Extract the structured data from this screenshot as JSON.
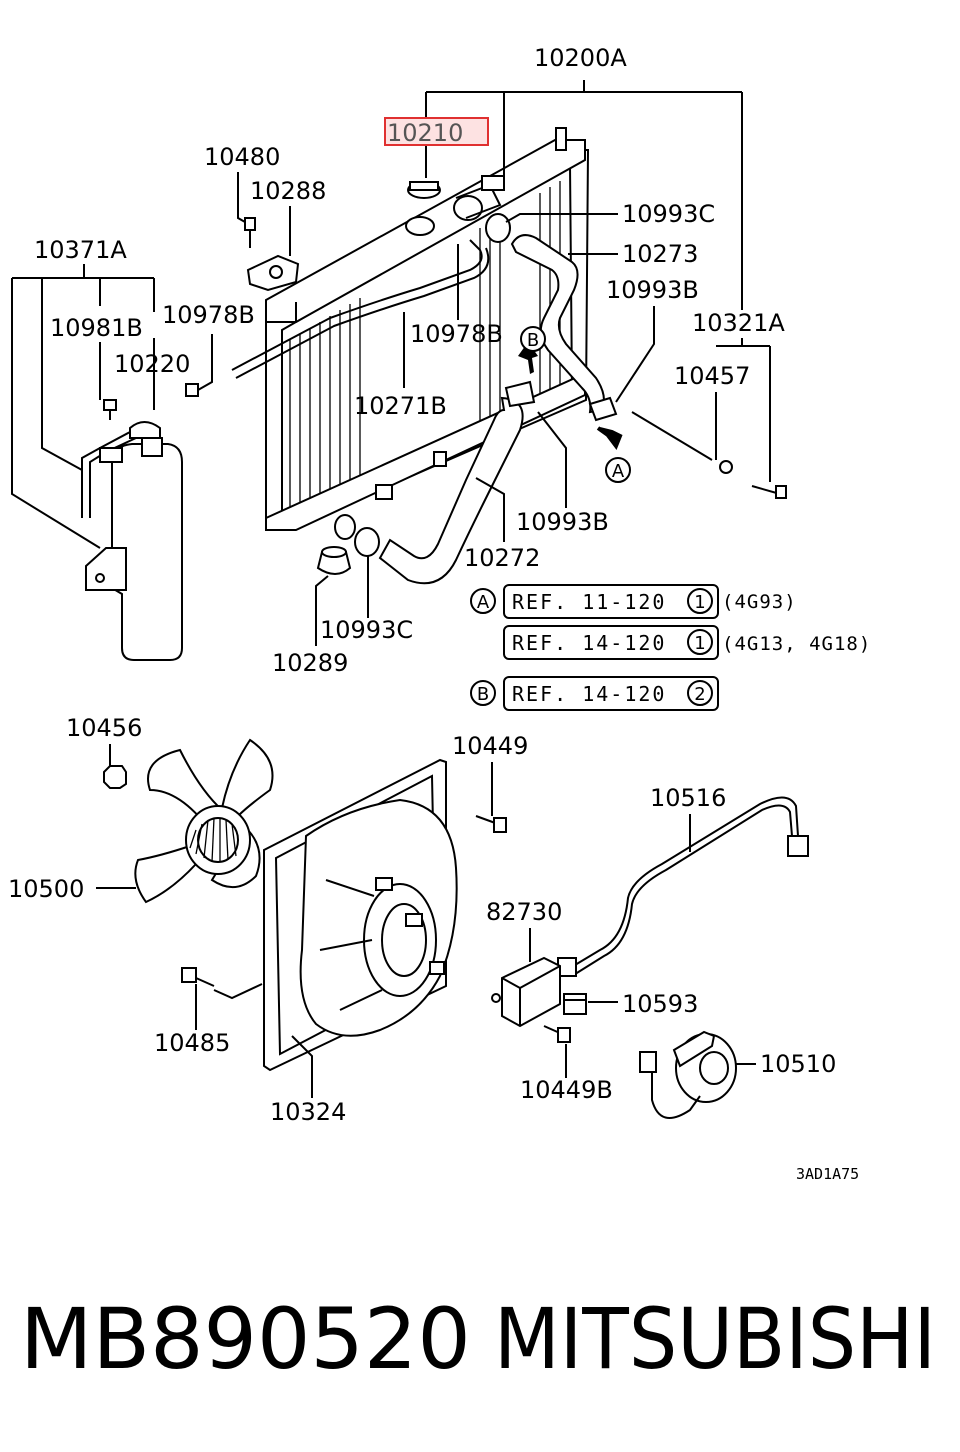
{
  "labels": {
    "l10200A": "10200A",
    "l10210": "10210",
    "l10480": "10480",
    "l10288": "10288",
    "l10371A": "10371A",
    "l10981B": "10981B",
    "l10978B_a": "10978B",
    "l10220": "10220",
    "l10978B_b": "10978B",
    "l10271B": "10271B",
    "l10993C_a": "10993C",
    "l10273": "10273",
    "l10993B_a": "10993B",
    "l10321A": "10321A",
    "l10457": "10457",
    "l10993B_b": "10993B",
    "l10272": "10272",
    "l10993C_b": "10993C",
    "l10289": "10289",
    "l10456": "10456",
    "l10449": "10449",
    "l10516": "10516",
    "l10500": "10500",
    "l82730": "82730",
    "l10593": "10593",
    "l10485": "10485",
    "l10510": "10510",
    "l10449B": "10449B",
    "l10324": "10324"
  },
  "markers": {
    "a": "A",
    "b": "B"
  },
  "references": {
    "ref1": {
      "text": "REF. 11-120",
      "num": "1",
      "note": "(4G93)"
    },
    "ref2": {
      "text": "REF. 14-120",
      "num": "1",
      "note": "(4G13, 4G18)"
    },
    "ref3": {
      "text": "REF. 14-120",
      "num": "2"
    }
  },
  "diagram_code": "3AD1A75",
  "footer": {
    "part_number": "MB890520",
    "brand": "MITSUBISHI"
  },
  "colors": {
    "highlight": "#e03030",
    "highlight_fill": "#fde2e2"
  }
}
